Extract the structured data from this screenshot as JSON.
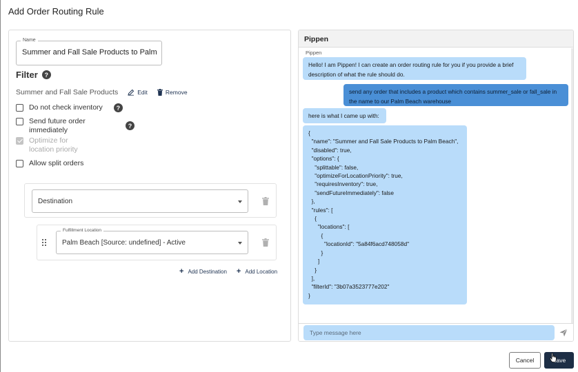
{
  "dialog": {
    "title": "Add Order Routing Rule"
  },
  "form": {
    "name_label": "Name",
    "name_value": "Summer and Fall Sale Products to Palm Beach",
    "filter_heading": "Filter",
    "filter_name": "Summer and Fall Sale Products",
    "edit_label": "Edit",
    "remove_label": "Remove",
    "options": [
      {
        "label": "Do not check inventory",
        "checked": false,
        "disabled": false
      },
      {
        "label": "Send future order immediately",
        "checked": false,
        "disabled": false
      },
      {
        "label": "Optimize for location priority",
        "checked": true,
        "disabled": true
      },
      {
        "label": "Allow split orders",
        "checked": false,
        "disabled": false
      }
    ],
    "destination_value": "Destination",
    "fulfillment_label": "Fulfillment Location",
    "fulfillment_value": "Palm Beach [Source: undefined] - Active",
    "add_destination": "Add Destination",
    "add_location": "Add Location"
  },
  "chat": {
    "title": "Pippen",
    "sender": "Pippen",
    "messages": [
      {
        "from": "bot",
        "text": "Hello! I am Pippen! I can create an order routing rule for you if you provide a brief description of what the rule should do."
      },
      {
        "from": "user",
        "text": "send any order that includes a product which contains summer_sale or fall_sale in the name to our Palm Beach warehouse"
      },
      {
        "from": "bot",
        "text": "here is what I came up with:"
      },
      {
        "from": "bot",
        "text": "{\n  \"name\": \"Summer and Fall Sale Products to Palm Beach\",\n  \"disabled\": true,\n  \"options\": {\n    \"splittable\": false,\n    \"optimizeForLocationPriority\": true,\n    \"requiresInventory\": true,\n    \"sendFutureImmediately\": false\n  },\n  \"rules\": [\n    {\n      \"locations\": [\n        {\n          \"locationId\": \"5a84f6acd748058d\"\n        }\n      ]\n    }\n  ],\n  \"filterId\": \"3b07a3523777e202\"\n}"
      }
    ],
    "input_placeholder": "Type message here"
  },
  "footer": {
    "cancel_label": "Cancel",
    "save_label": "Save"
  }
}
